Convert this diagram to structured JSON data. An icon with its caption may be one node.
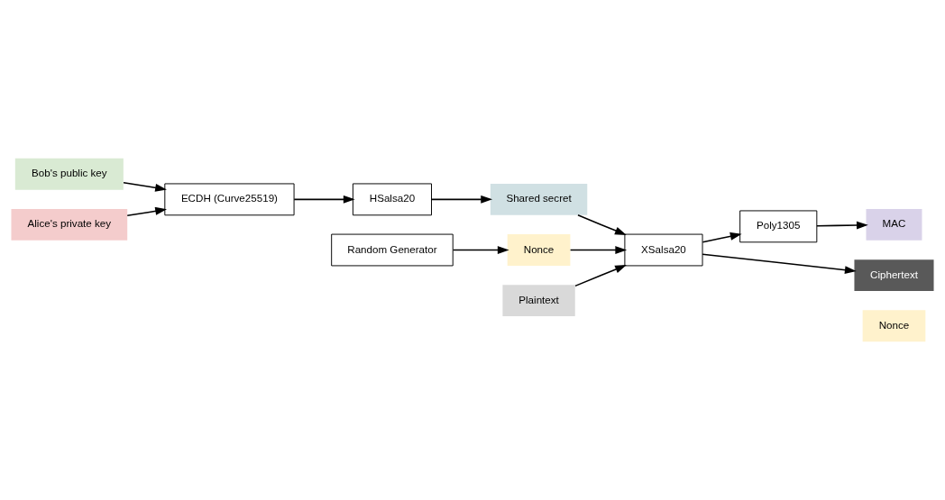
{
  "diagram": {
    "nodes": [
      {
        "text": [
          "Bob's public key"
        ]
      },
      {
        "text": [
          "Alice's private key"
        ]
      },
      {
        "text": [
          "ECDH (Curve25519)"
        ]
      },
      {
        "text": [
          "HSalsa20"
        ]
      },
      {
        "text": [
          "Shared secret"
        ]
      },
      {
        "text": [
          "Random Generator"
        ]
      },
      {
        "text": [
          "Nonce"
        ]
      },
      {
        "text": [
          "Plaintext"
        ]
      },
      {
        "text": [
          "XSalsa20"
        ]
      },
      {
        "text": [
          "Poly1305"
        ]
      },
      {
        "text": [
          "MAC"
        ]
      },
      {
        "text": [
          "Ciphertext"
        ]
      },
      {
        "text": [
          "Nonce"
        ]
      }
    ],
    "edges": [
      {
        "from": 0,
        "to": 2,
        "arrow": "to"
      },
      {
        "from": 1,
        "to": 2,
        "arrow": "to"
      },
      {
        "from": 2,
        "to": 3,
        "arrow": "to"
      },
      {
        "from": 3,
        "to": 4,
        "arrow": "to"
      },
      {
        "from": 5,
        "to": 6,
        "arrow": "to"
      },
      {
        "from": 6,
        "to": 8,
        "arrow": "to"
      },
      {
        "from": 4,
        "to": 8,
        "arrow": "to"
      },
      {
        "from": 7,
        "to": 8,
        "arrow": "to"
      },
      {
        "from": 8,
        "to": 9,
        "arrow": "to"
      },
      {
        "from": 9,
        "to": 10,
        "arrow": "to"
      },
      {
        "from": 8,
        "to": 11,
        "arrow": "to"
      }
    ]
  }
}
